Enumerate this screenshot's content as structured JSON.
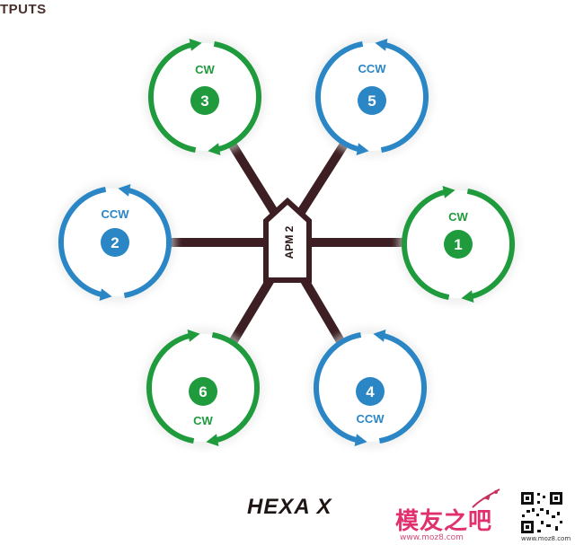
{
  "header": {
    "text": "TPUTS"
  },
  "frame": {
    "title": "HEXA X"
  },
  "controller": {
    "label": "APM 2"
  },
  "motors": [
    {
      "id": "motor-1",
      "number": "1",
      "direction": "CW",
      "color": "#1f9a3c"
    },
    {
      "id": "motor-2",
      "number": "2",
      "direction": "CCW",
      "color": "#2b86c5"
    },
    {
      "id": "motor-3",
      "number": "3",
      "direction": "CW",
      "color": "#1f9a3c"
    },
    {
      "id": "motor-4",
      "number": "4",
      "direction": "CCW",
      "color": "#2b86c5"
    },
    {
      "id": "motor-5",
      "number": "5",
      "direction": "CCW",
      "color": "#2b86c5"
    },
    {
      "id": "motor-6",
      "number": "6",
      "direction": "CW",
      "color": "#1f9a3c"
    }
  ],
  "colors": {
    "arm": "#3d1e22",
    "cw": "#1f9a3c",
    "ccw": "#2b86c5"
  },
  "watermark": {
    "text": "模友之吧",
    "url": "www.moz8.com"
  }
}
